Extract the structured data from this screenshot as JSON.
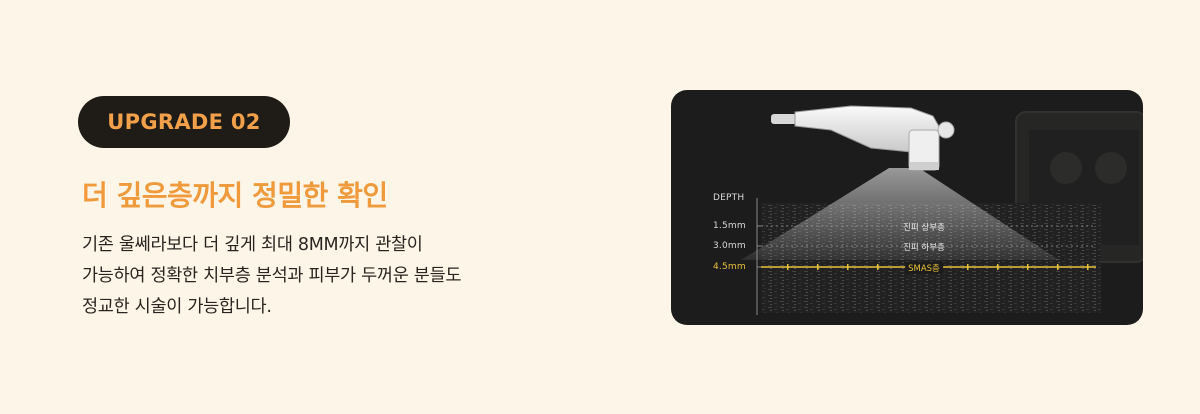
{
  "badge": {
    "label": "UPGRADE 02"
  },
  "headline": "더 깊은층까지 정밀한 확인",
  "description": [
    "기존 울쎄라보다 더 깊게 최대 8MM까지 관찰이",
    "가능하여 정확한 치부층 분석과 피부가 두꺼운 분들도",
    "정교한 시술이 가능합니다."
  ],
  "ultrasound": {
    "axis_title": "DEPTH",
    "depths": [
      {
        "label": "1.5mm",
        "layer": "진피 상부층",
        "highlight": false
      },
      {
        "label": "3.0mm",
        "layer": "진피 하부층",
        "highlight": false
      },
      {
        "label": "4.5mm",
        "layer": "SMAS층",
        "highlight": true
      }
    ],
    "highlight_color": "#e9c23c"
  },
  "colors": {
    "background": "#fdf6e8",
    "accent": "#f09a3e",
    "badge_bg": "#1f1b17",
    "panel_bg": "#1c1c1c"
  }
}
